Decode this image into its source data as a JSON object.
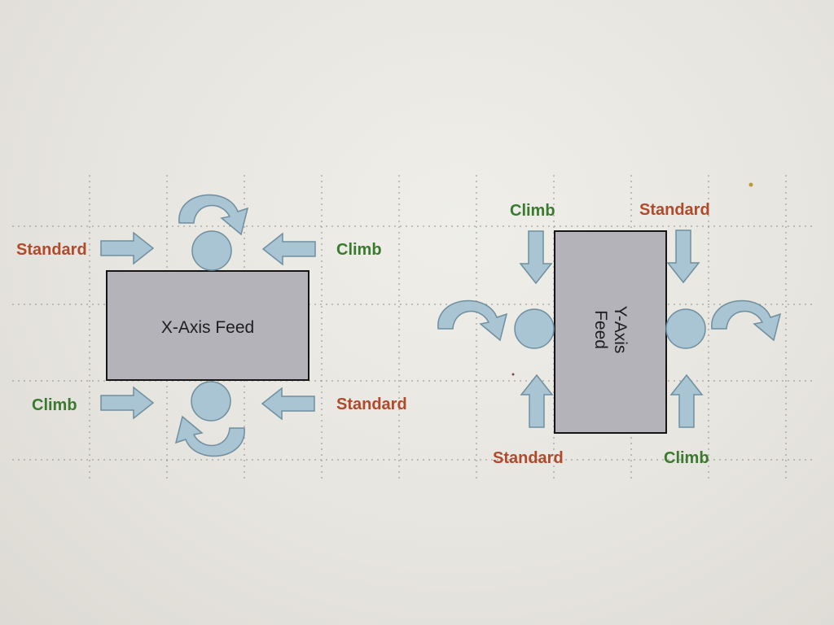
{
  "colors": {
    "standard": "#b04a2a",
    "climb": "#3a7a2e"
  },
  "diagrams": {
    "x_axis": {
      "box_label": "X-Axis Feed",
      "top_left": "Standard",
      "top_right": "Climb",
      "bottom_left": "Climb",
      "bottom_right": "Standard"
    },
    "y_axis": {
      "box_label_line1": "Y-Axis",
      "box_label_line2": "Feed",
      "top_left": "Climb",
      "top_right": "Standard",
      "bottom_left": "Standard",
      "bottom_right": "Climb"
    }
  },
  "icons": {
    "straight_arrow": "arrow-icon",
    "rotation_arrow": "curved-arrow-icon",
    "cutter": "circle-cutter"
  }
}
